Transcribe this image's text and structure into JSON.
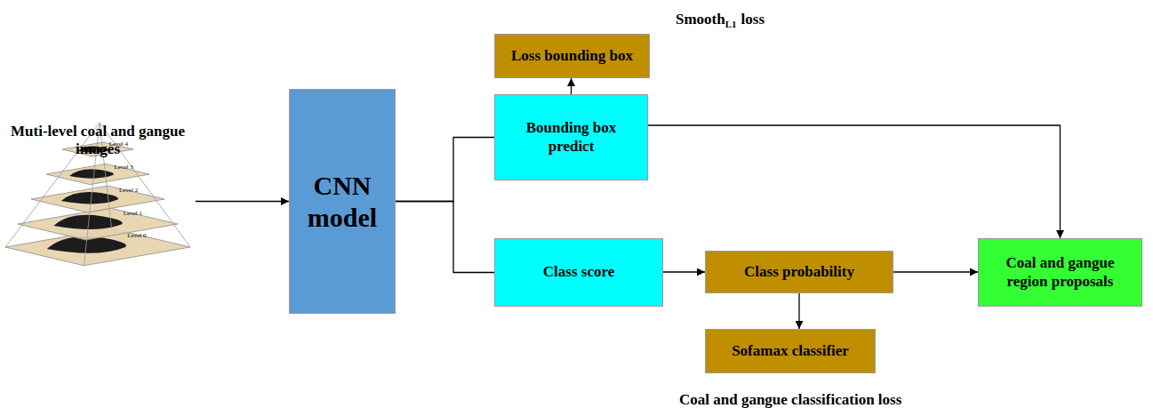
{
  "diagram": {
    "nodes": [
      {
        "text": [
          "Muti-level coal and gangue images"
        ]
      },
      {
        "text": [
          "CNN model"
        ]
      },
      {
        "text": [
          "Loss bounding box"
        ]
      },
      {
        "text": [
          "Bounding box predict"
        ]
      },
      {
        "text": [
          "Class score"
        ]
      },
      {
        "text": [
          "Class probability"
        ]
      },
      {
        "text": [
          "Sofamax classifier"
        ]
      },
      {
        "text": [
          "Coal and gangue region proposals"
        ]
      }
    ],
    "edges": [
      {
        "from": 0,
        "to": 1,
        "arrow": "to"
      },
      {
        "from": 1,
        "to": 3,
        "arrow": "none"
      },
      {
        "from": 1,
        "to": 4,
        "arrow": "none"
      },
      {
        "from": 3,
        "to": 2,
        "arrow": "to"
      },
      {
        "from": 3,
        "to": 7,
        "arrow": "to"
      },
      {
        "from": 4,
        "to": 5,
        "arrow": "to"
      },
      {
        "from": 5,
        "to": 7,
        "arrow": "to"
      },
      {
        "from": 5,
        "to": 6,
        "arrow": "to"
      }
    ],
    "labels": [
      "Level 4",
      "Level 3",
      "Level 2",
      "Level 1",
      "Level 0",
      "Smooth",
      "L1",
      "loss",
      "Coal and gangue classification loss"
    ]
  }
}
